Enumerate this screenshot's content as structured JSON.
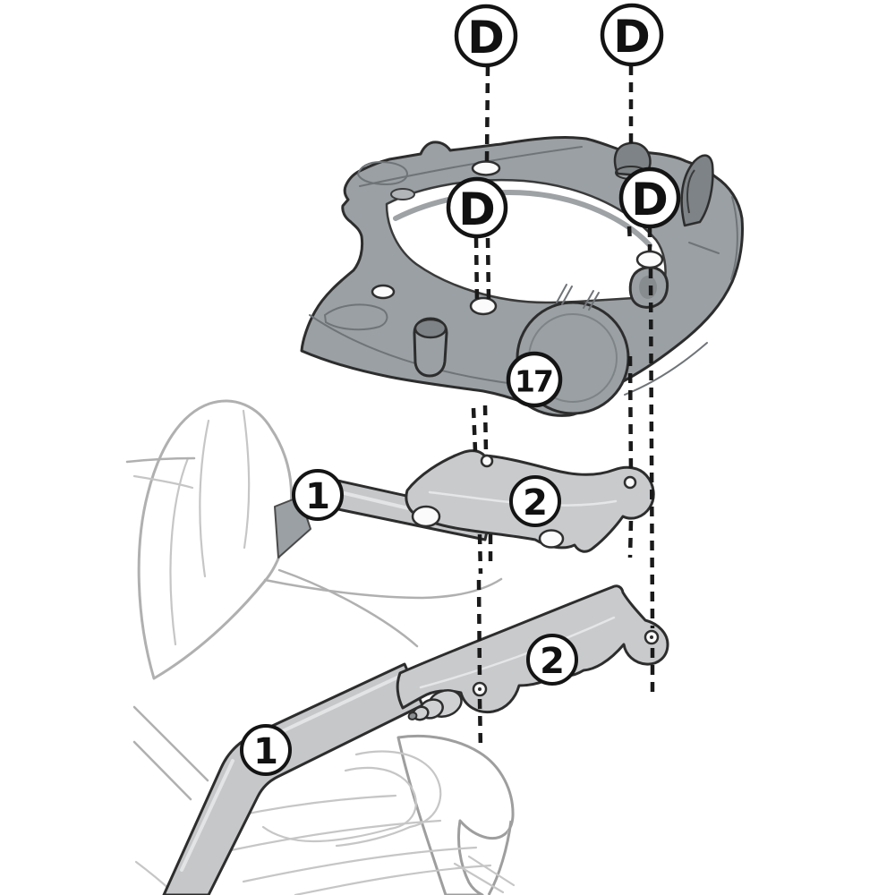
{
  "colors": {
    "background": "#ffffff",
    "outline_dark": "#2d2d2d",
    "plate_gray": "#9aa0a3",
    "plate_dark": "#7d8386",
    "plate_edge_soft": "#6f7478",
    "bracket_gray": "#c8cacc",
    "rail_gray": "#c5c7c9",
    "rail_highlight": "#e2e4e5",
    "bike_line": "#b0b0b0",
    "bike_line_soft": "#c6c6c6",
    "dash_black": "#1a1a1a",
    "hole_fill": "#fbfbfb",
    "callout_fill": "#ffffff",
    "callout_stroke": "#141414",
    "callout_text": "#111111"
  },
  "callouts": {
    "top_left_d": "D",
    "top_right_d": "D",
    "mid_left_d": "D",
    "mid_right_d": "D",
    "plate_17": "17",
    "upper_rail_1": "1",
    "upper_bracket_2": "2",
    "lower_bracket_2": "2",
    "lower_rail_1": "1"
  }
}
